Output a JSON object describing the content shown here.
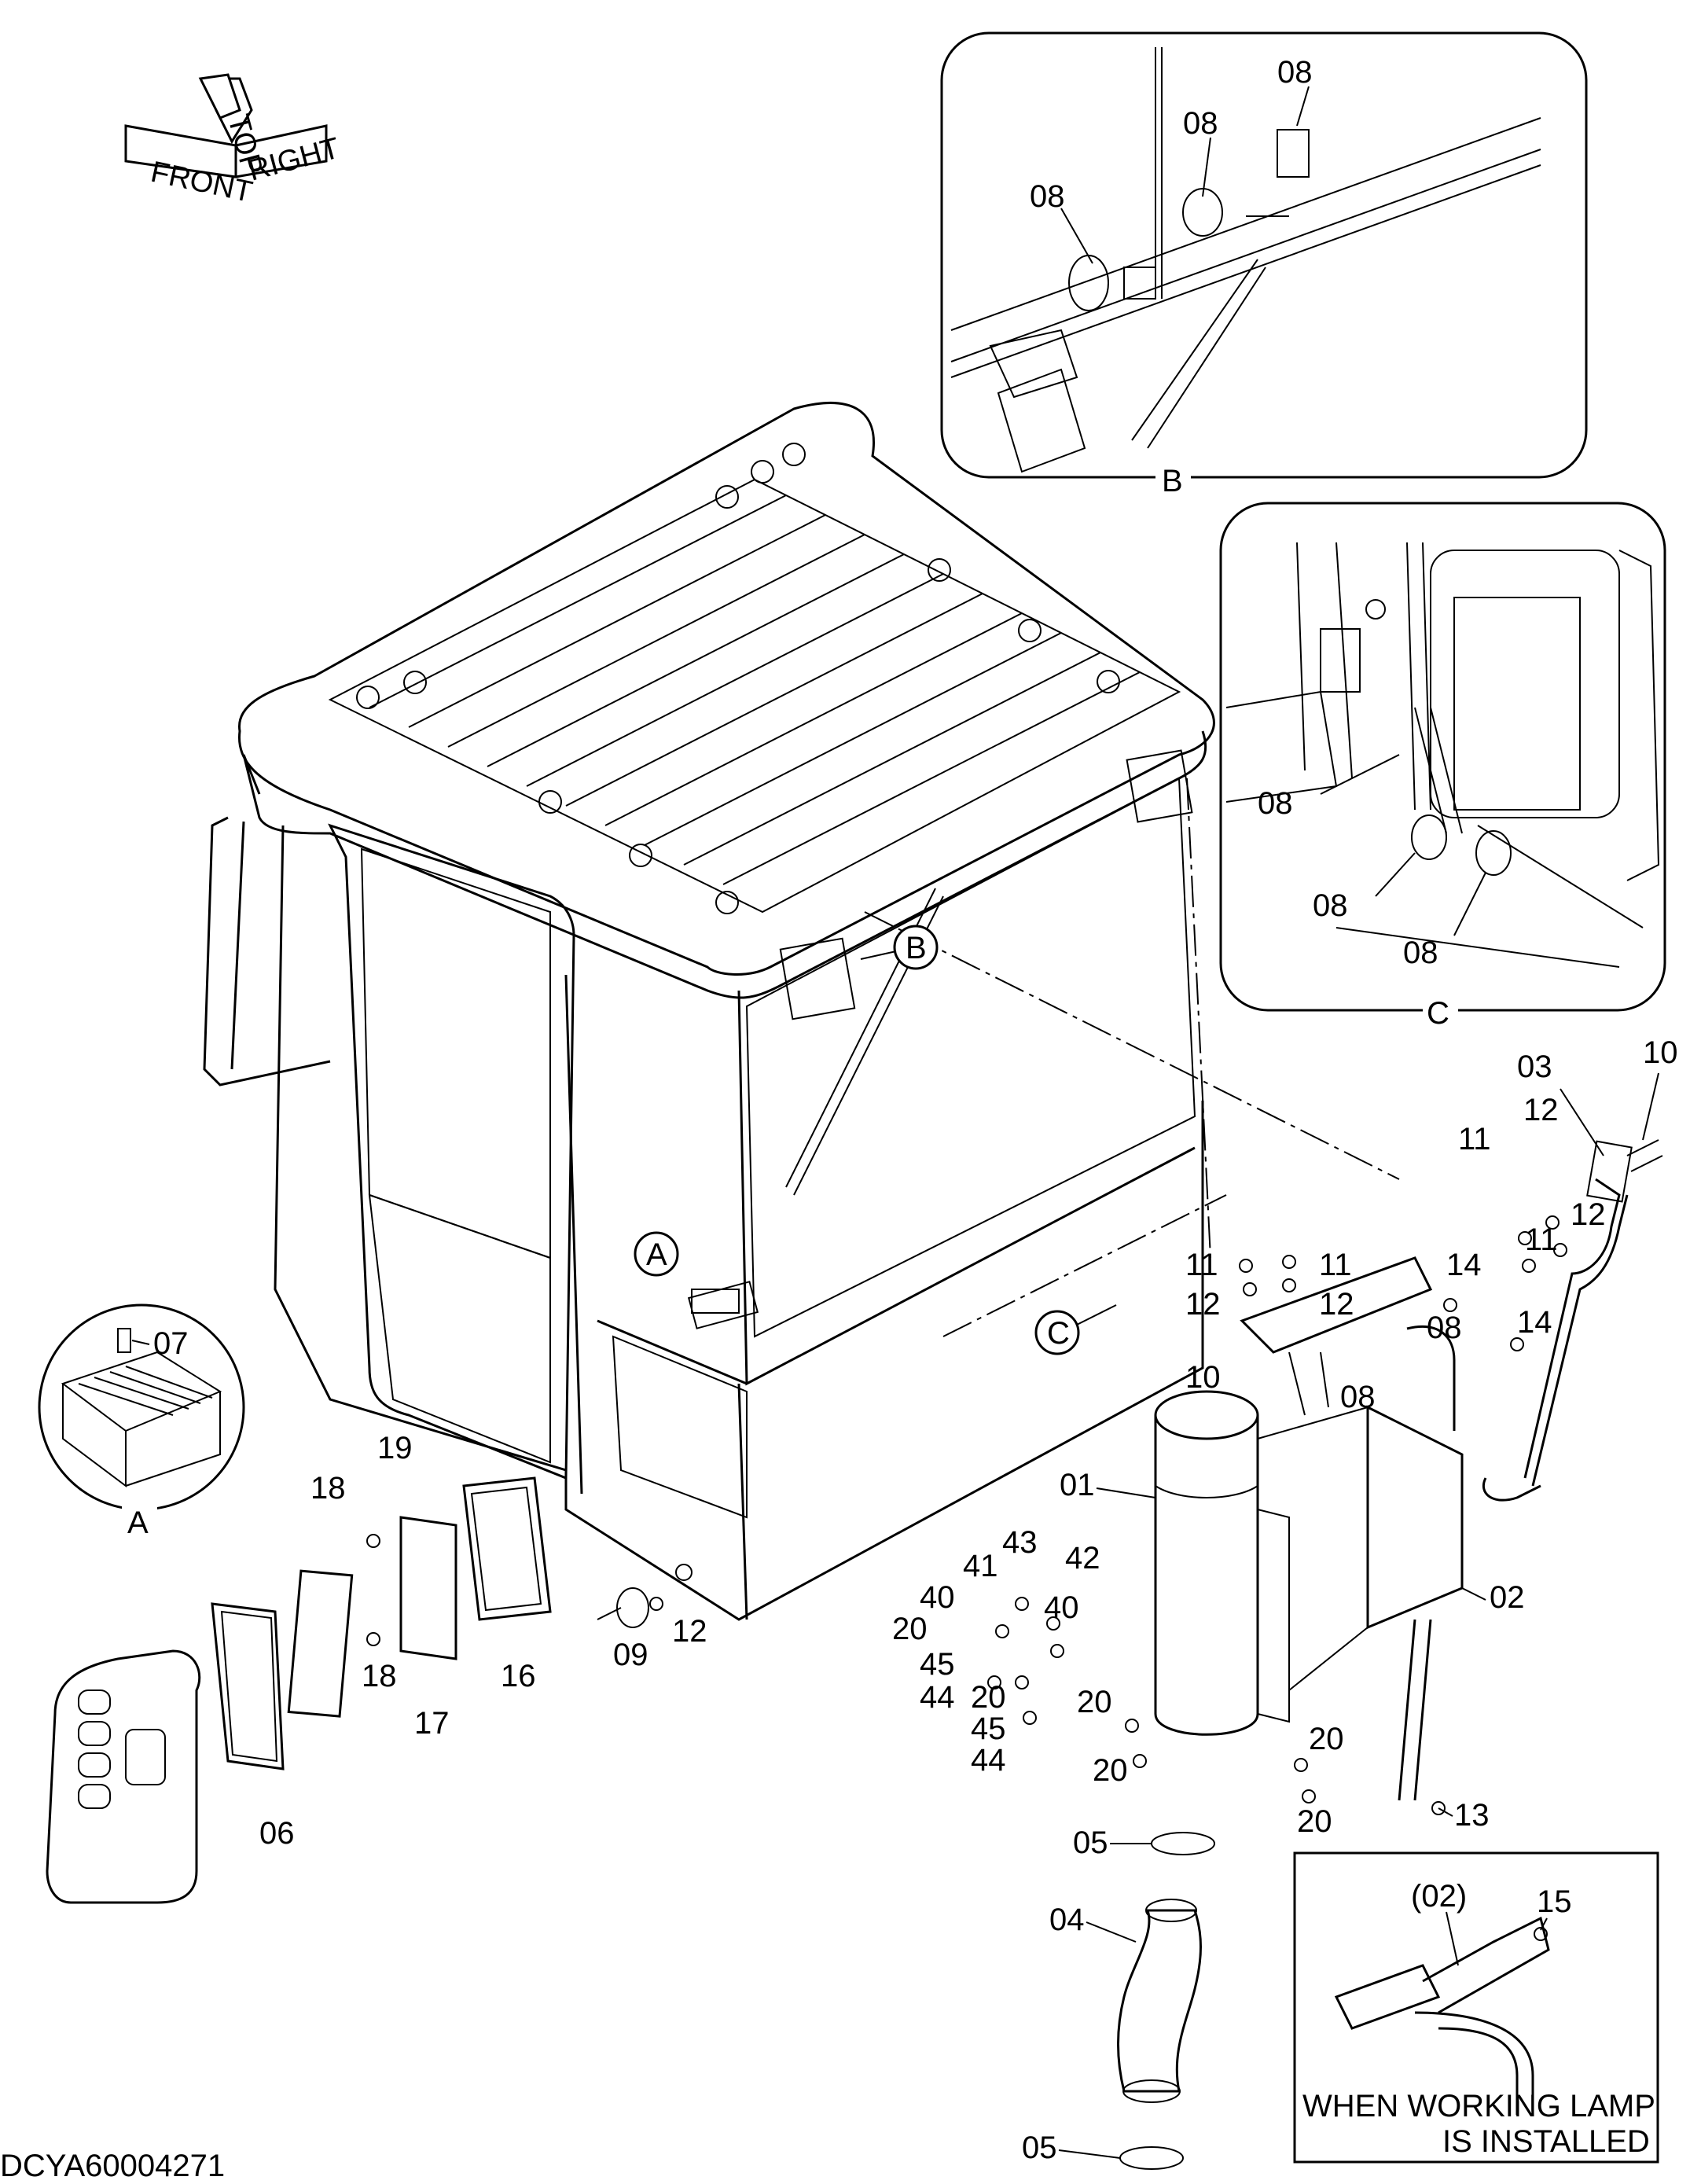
{
  "labels": {
    "orientation": {
      "front": "FRONT",
      "top": "TOP",
      "right": "RIGHT"
    },
    "views": {
      "a": "A",
      "b": "B",
      "c": "C"
    },
    "parts": {
      "p01": "01",
      "p02": "02",
      "p03": "03",
      "p04": "04",
      "p05": "05",
      "p06": "06",
      "p07": "07",
      "p08": "08",
      "p09": "09",
      "p10": "10",
      "p11": "11",
      "p12": "12",
      "p13": "13",
      "p14": "14",
      "p15": "15",
      "p16": "16",
      "p17": "17",
      "p18": "18",
      "p19": "19",
      "p20": "20",
      "p40": "40",
      "p41": "41",
      "p42": "42",
      "p43": "43",
      "p44": "44",
      "p45": "45",
      "p02_paren": "(02)"
    },
    "note_line1": "WHEN WORKING LAMP",
    "note_line2": "IS INSTALLED",
    "drawing_code": "DCYA60004271"
  }
}
